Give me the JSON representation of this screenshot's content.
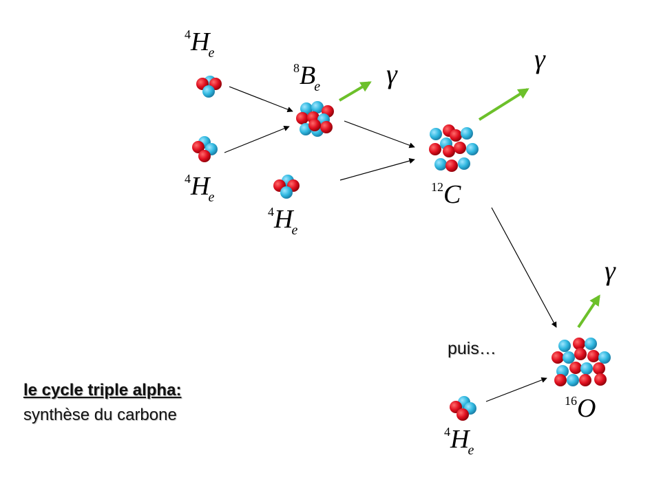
{
  "labels": {
    "he_top": {
      "mass": "4",
      "symbol": "H",
      "sub": "e"
    },
    "he_mid": {
      "mass": "4",
      "symbol": "H",
      "sub": "e"
    },
    "he_third": {
      "mass": "4",
      "symbol": "H",
      "sub": "e"
    },
    "he_fourth": {
      "mass": "4",
      "symbol": "H",
      "sub": "e"
    },
    "be": {
      "mass": "8",
      "symbol": "B",
      "sub": "e"
    },
    "c": {
      "mass": "12",
      "symbol": "C",
      "sub": ""
    },
    "o": {
      "mass": "16",
      "symbol": "O",
      "sub": ""
    }
  },
  "gamma_symbol": "γ",
  "caption": {
    "title": "le cycle triple alpha:",
    "subtitle": "synthèse du carbone"
  },
  "puis_text": "puis…",
  "colors": {
    "proton": "#e01020",
    "neutron": "#30b8e0",
    "gamma_arrow": "#6cc02a",
    "reaction_arrow": "#000000"
  }
}
